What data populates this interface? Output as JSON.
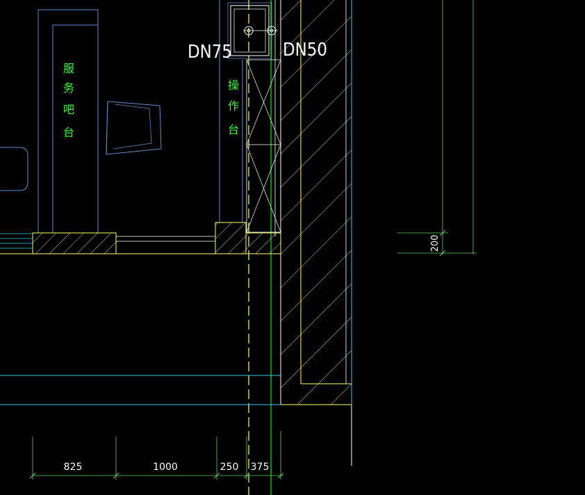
{
  "colors": {
    "background": "#000000",
    "wall_line": "#ffffff",
    "hatch": "#ffffff",
    "yellow": "#ffff66",
    "green": "#33ff33",
    "dim_green": "#66cc66",
    "blue": "#6688cc",
    "cyan": "#33ccdd",
    "text_white": "#ffffff"
  },
  "pipe_labels": {
    "dn75": "DN75",
    "dn50": "DN50"
  },
  "room_labels": {
    "service_counter": [
      "服",
      "务",
      "吧",
      "台"
    ],
    "operation_table": [
      "操",
      "作",
      "台"
    ]
  },
  "dimensions": {
    "bottom": [
      "825",
      "1000",
      "250",
      "375"
    ],
    "right": "200"
  }
}
